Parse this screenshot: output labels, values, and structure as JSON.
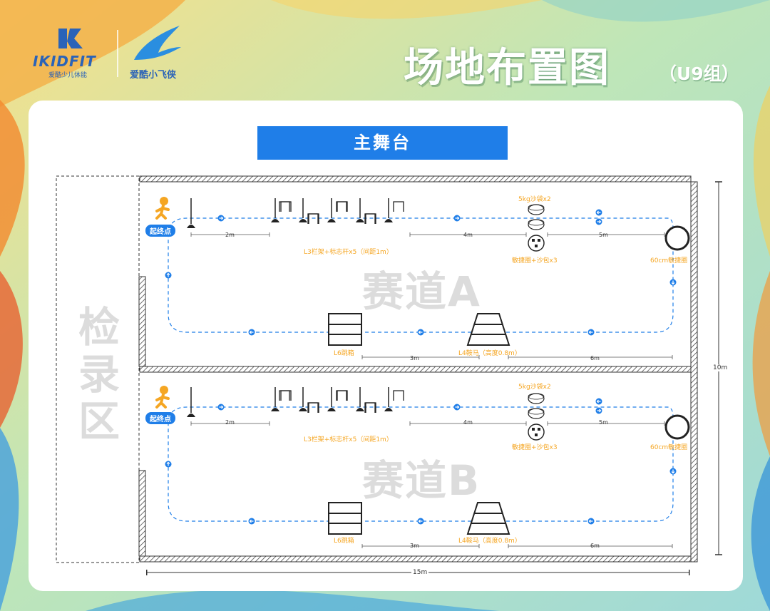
{
  "brand": {
    "logo1_text": "IKIDFIT",
    "logo1_sub": "爱酷少儿体能",
    "logo2_sub": "爱酷小飞侠"
  },
  "title": "场地布置图",
  "title_sub": "（U9组）",
  "stage_label": "主舞台",
  "checkin_label": "检录区",
  "colors": {
    "accent_blue": "#1f7ee8",
    "equipment_orange": "#f5a623",
    "lane_text_gray": "#dcdcdc",
    "wall_hatch": "#333333"
  },
  "lanes": [
    {
      "name": "赛道A",
      "start_label": "起终点",
      "hurdles_label": "L3栏架+标志杆x5（间距1m）",
      "sandbag_label": "5kg沙袋x2",
      "sandbag_weight": "5kg",
      "ring_label": "敏捷圈+沙包x3",
      "big_ring_label": "60cm敏捷圈",
      "box_label": "L6跳箱",
      "vault_label": "L4鞍马（高度0.8m）",
      "dist_2m": "2m",
      "dist_4m": "4m",
      "dist_5m": "5m",
      "dist_3m": "3m",
      "dist_6m": "6m"
    },
    {
      "name": "赛道B",
      "start_label": "起终点",
      "hurdles_label": "L3栏架+标志杆x5（间距1m）",
      "sandbag_label": "5kg沙袋x2",
      "sandbag_weight": "5kg",
      "ring_label": "敏捷圈+沙包x3",
      "big_ring_label": "60cm敏捷圈",
      "box_label": "L6跳箱",
      "vault_label": "L4鞍马（高度0.8m）",
      "dist_2m": "2m",
      "dist_4m": "4m",
      "dist_5m": "5m",
      "dist_3m": "3m",
      "dist_6m": "6m"
    }
  ],
  "dimensions": {
    "width": "15m",
    "height": "10m"
  }
}
